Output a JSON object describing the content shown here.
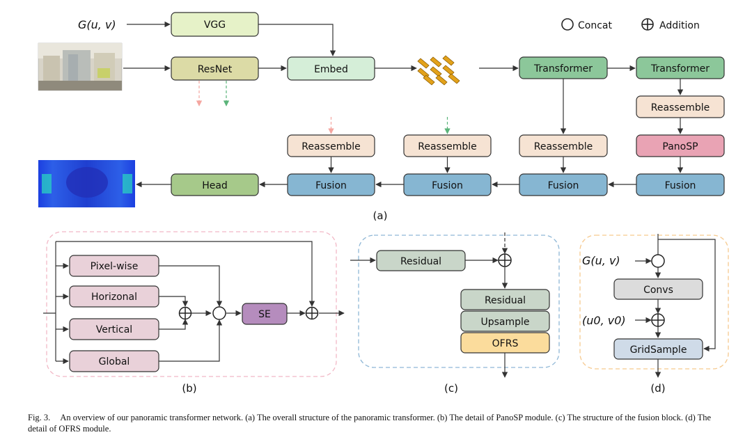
{
  "legend": {
    "concat": "Concat",
    "addition": "Addition"
  },
  "panel_a": {
    "input_label": "G(u, v)",
    "vgg": "VGG",
    "resnet": "ResNet",
    "embed": "Embed",
    "transformer_1": "Transformer",
    "transformer_2": "Transformer",
    "reassemble_1": "Reassemble",
    "reassemble_2": "Reassemble",
    "reassemble_3": "Reassemble",
    "reassemble_4": "Reassemble",
    "panosp": "PanoSP",
    "fusion_1": "Fusion",
    "fusion_2": "Fusion",
    "fusion_3": "Fusion",
    "fusion_4": "Fusion",
    "head": "Head",
    "label": "(a)"
  },
  "panel_b": {
    "pixel_wise": "Pixel-wise",
    "horizonal": "Horizonal",
    "vertical": "Vertical",
    "global": "Global",
    "se": "SE",
    "label": "(b)"
  },
  "panel_c": {
    "residual_top": "Residual",
    "residual": "Residual",
    "upsample": "Upsample",
    "ofrs": "OFRS",
    "label": "(c)"
  },
  "panel_d": {
    "input_g": "G(u, v)",
    "input_u0v0": "(u0, v0)",
    "convs": "Convs",
    "gridsample": "GridSample",
    "label": "(d)"
  },
  "caption": {
    "fig": "Fig. 3.",
    "text": "An overview of our panoramic transformer network. (a) The overall structure of the panoramic transformer. (b) The detail of PanoSP module. (c) The structure of the fusion block. (d) The detail of OFRS module."
  },
  "colors": {
    "vgg": "#e6f2c8",
    "resnet": "#dcdba6",
    "embed": "#d5eed8",
    "transformer": "#8cc79a",
    "reassemble": "#f6e3d3",
    "panosp": "#e9a3b4",
    "fusion": "#86b6d2",
    "head": "#a6c98a",
    "panosp_blocks": "#e9d1d9",
    "se": "#b58cbd",
    "residual": "#c9d6c9",
    "ofrs": "#fbdc9c",
    "convs": "#dcdcdc",
    "gridsample": "#cfdbe8"
  }
}
